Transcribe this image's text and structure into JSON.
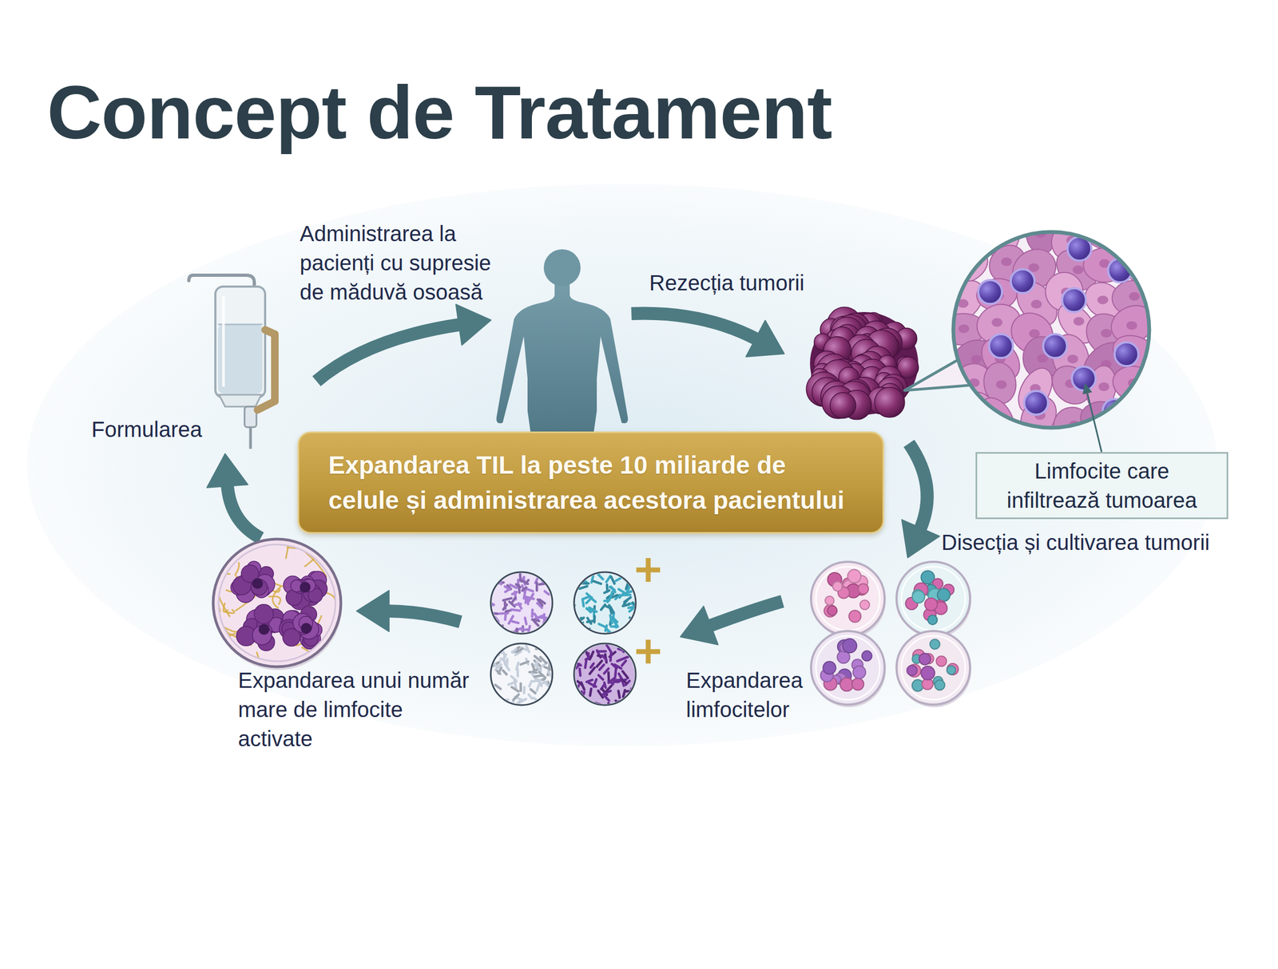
{
  "diagram": {
    "title": "Concept de Tratament",
    "nodes": [
      {
        "text": [
          "Expandarea TIL la peste 10 miliarde de celule și administrarea acestora pacientului"
        ]
      },
      {
        "text": [
          "Limfocite care infiltrează tumoarea"
        ]
      }
    ],
    "labels": [
      "Administrarea la pacienți cu supresie de măduvă osoasă",
      "Rezecția tumorii",
      "Formularea",
      "Disecția și cultivarea tumorii",
      "Expandarea unui număr mare de limfocite activate",
      "Expandarea limfocitelor"
    ]
  }
}
